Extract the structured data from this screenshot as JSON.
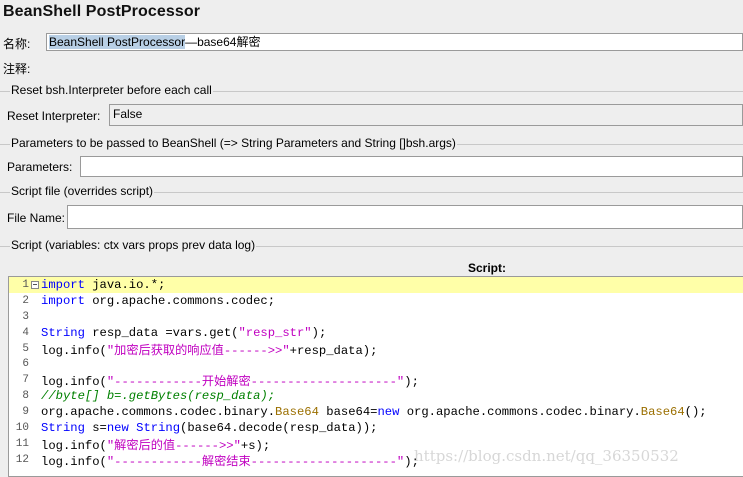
{
  "title": "BeanShell PostProcessor",
  "name_label": "名称:",
  "name_value_selected": "BeanShell PostProcessor",
  "name_value_rest": "—base64解密",
  "comment_label": "注释:",
  "reset_group_title": "Reset bsh.Interpreter before each call",
  "reset_label": "Reset Interpreter:",
  "reset_value": "False",
  "params_group_title": "Parameters to be passed to BeanShell (=> String Parameters and String []bsh.args)",
  "params_label": "Parameters:",
  "params_value": "",
  "file_group_title": "Script file (overrides script)",
  "file_label": "File Name:",
  "file_value": "",
  "script_group_title": "Script (variables: ctx vars props prev data log)",
  "script_label": "Script:",
  "script_lines": [
    {
      "n": "1",
      "t": "import java.io.*;"
    },
    {
      "n": "2",
      "t": "import org.apache.commons.codec;"
    },
    {
      "n": "3",
      "t": ""
    },
    {
      "n": "4",
      "t": "String resp_data =vars.get(\"resp_str\");"
    },
    {
      "n": "5",
      "t": "log.info(\"加密后获取的响应值------>>\"+resp_data);"
    },
    {
      "n": "6",
      "t": ""
    },
    {
      "n": "7",
      "t": "log.info(\"------------开始解密--------------------\");"
    },
    {
      "n": "8",
      "t": "//byte[] b=.getBytes(resp_data);"
    },
    {
      "n": "9",
      "t": "org.apache.commons.codec.binary.Base64 base64=new org.apache.commons.codec.binary.Base64();"
    },
    {
      "n": "10",
      "t": "String s=new String(base64.decode(resp_data));"
    },
    {
      "n": "11",
      "t": "log.info(\"解密后的值------>>\"+s);"
    },
    {
      "n": "12",
      "t": "log.info(\"------------解密结束--------------------\");"
    }
  ],
  "watermark": "https://blog.csdn.net/qq_36350532",
  "colors": {
    "keyword": "#0000ff",
    "string": "#c000c0",
    "comment": "#008000",
    "type": "#9b6f00",
    "current_line": "#ffffa8",
    "selection": "#b8cfe5"
  }
}
